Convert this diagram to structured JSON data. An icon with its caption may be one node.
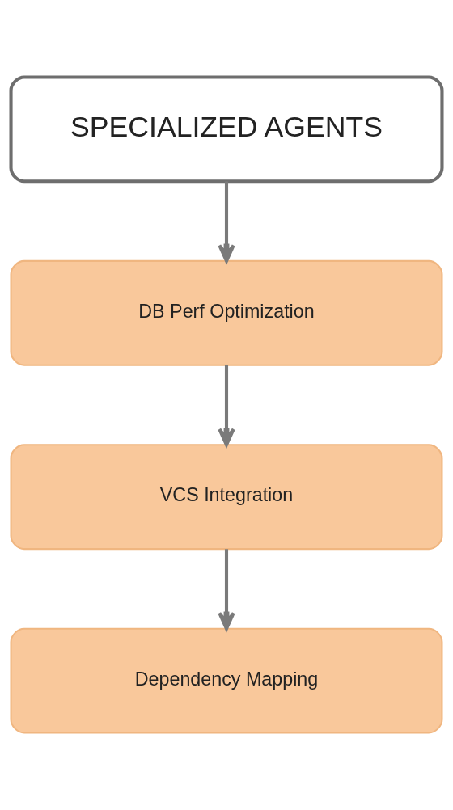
{
  "diagram": {
    "nodes": [
      {
        "text": [
          "SPECIALIZED AGENTS"
        ]
      },
      {
        "text": [
          "DB Perf Optimization"
        ]
      },
      {
        "text": [
          "VCS Integration"
        ]
      },
      {
        "text": [
          "Dependency Mapping"
        ]
      }
    ],
    "edges": [
      {
        "from": 0,
        "to": 1,
        "arrow": "to"
      },
      {
        "from": 1,
        "to": 2,
        "arrow": "to"
      },
      {
        "from": 2,
        "to": 3,
        "arrow": "to"
      }
    ]
  }
}
